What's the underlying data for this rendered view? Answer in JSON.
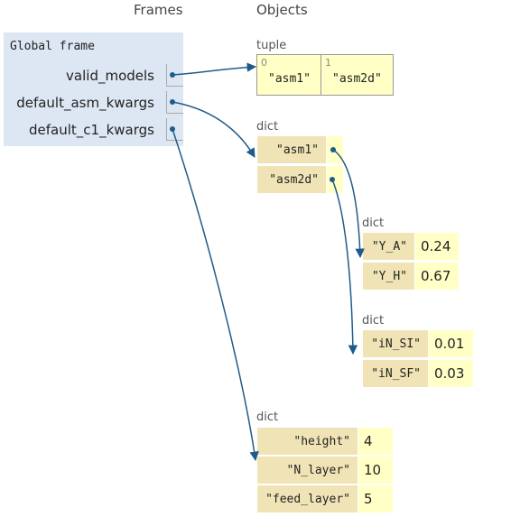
{
  "headers": {
    "frames": "Frames",
    "objects": "Objects"
  },
  "frame": {
    "title": "Global frame",
    "variables": [
      {
        "name": "valid_models"
      },
      {
        "name": "default_asm_kwargs"
      },
      {
        "name": "default_c1_kwargs"
      }
    ]
  },
  "objects": {
    "tuple": {
      "label": "tuple",
      "items": [
        {
          "index": "0",
          "value": "\"asm1\""
        },
        {
          "index": "1",
          "value": "\"asm2d\""
        }
      ]
    },
    "dict_asm": {
      "label": "dict",
      "keys": [
        "\"asm1\"",
        "\"asm2d\""
      ]
    },
    "dict_asm1": {
      "label": "dict",
      "entries": [
        {
          "key": "\"Y_A\"",
          "value": "0.24"
        },
        {
          "key": "\"Y_H\"",
          "value": "0.67"
        }
      ]
    },
    "dict_asm2d": {
      "label": "dict",
      "entries": [
        {
          "key": "\"iN_SI\"",
          "value": "0.01"
        },
        {
          "key": "\"iN_SF\"",
          "value": "0.03"
        }
      ]
    },
    "dict_c1": {
      "label": "dict",
      "entries": [
        {
          "key": "\"height\"",
          "value": "4"
        },
        {
          "key": "\"N_layer\"",
          "value": "10"
        },
        {
          "key": "\"feed_layer\"",
          "value": "5"
        }
      ]
    }
  },
  "colors": {
    "arrow": "#1f5b8a",
    "frame_bg": "#dde6f3",
    "key_bg": "#f0e4b6",
    "value_bg": "#ffffc6"
  }
}
